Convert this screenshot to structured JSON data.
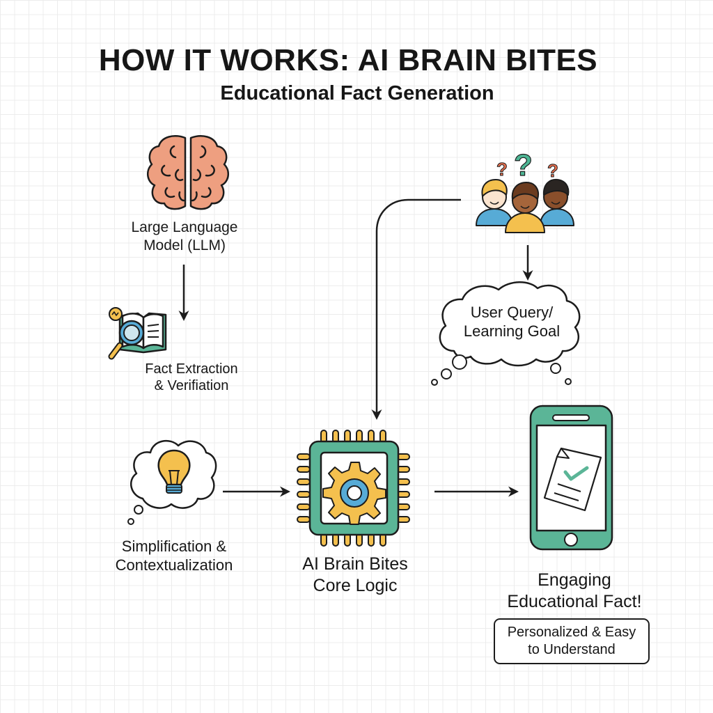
{
  "header": {
    "title": "HOW IT WORKS: AI BRAIN BITES",
    "subtitle": "Educational Fact Generation"
  },
  "nodes": {
    "llm": {
      "line1": "Large Language",
      "line2": "Model (LLM)",
      "icon": "brain-icon"
    },
    "fact_extraction": {
      "line1": "Fact Extraction",
      "line2": "& Verifiation",
      "icon": "book-magnifier-icon"
    },
    "simplification": {
      "line1": "Simplification &",
      "line2": "Contextualization",
      "icon": "lightbulb-thought-icon"
    },
    "core_logic": {
      "line1": "AI Brain Bites",
      "line2": "Core Logic",
      "icon": "chip-gear-icon"
    },
    "users": {
      "icon": "users-question-icon"
    },
    "user_query": {
      "line1": "User Query/",
      "line2": "Learning Goal",
      "icon": "thought-cloud-icon"
    },
    "output": {
      "line1": "Engaging",
      "line2": "Educational Fact!",
      "note_line1": "Personalized & Easy",
      "note_line2": "to Understand",
      "icon": "phone-document-icon"
    }
  },
  "colors": {
    "brain": "#ee9f80",
    "teal": "#5bb597",
    "yellow": "#f4c04e",
    "blue": "#57abd6",
    "question_orange": "#e8704f",
    "question_teal": "#4db594",
    "stroke": "#1c1c1c"
  }
}
